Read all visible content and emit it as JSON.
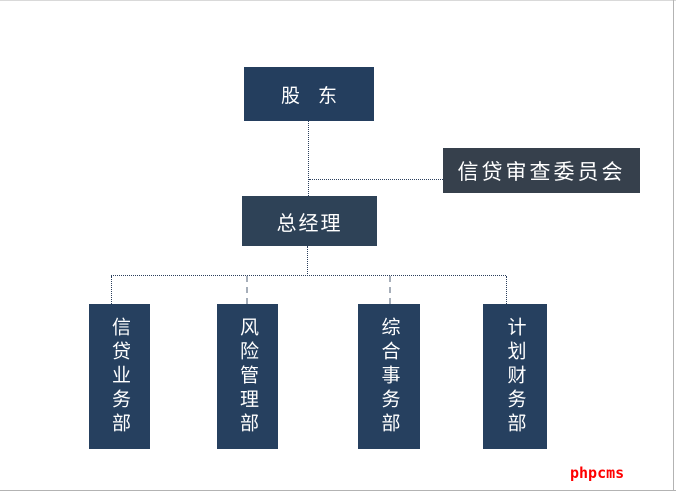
{
  "org_chart": {
    "nodes": {
      "shareholder": {
        "label": "股 东"
      },
      "credit_committee": {
        "label": "信贷审查委员会"
      },
      "general_manager": {
        "label": "总经理"
      },
      "credit_business_dept": {
        "label": "信贷业务部"
      },
      "risk_management_dept": {
        "label": "风险管理部"
      },
      "general_affairs_dept": {
        "label": "综合事务部"
      },
      "planning_finance_dept": {
        "label": "计划财务部"
      }
    },
    "colors": {
      "shareholder_box": "#243e5e",
      "credit_committee_box": "#36404c",
      "general_manager_box": "#2e4257",
      "department_box": "#26405f",
      "connector_navy": "#2b3f5c",
      "connector_gray": "#a6aeb9",
      "node_text": "#ffffff",
      "page_background": "#ffffff"
    }
  },
  "watermark": {
    "label": "phpcms",
    "color": "#ff0000"
  }
}
